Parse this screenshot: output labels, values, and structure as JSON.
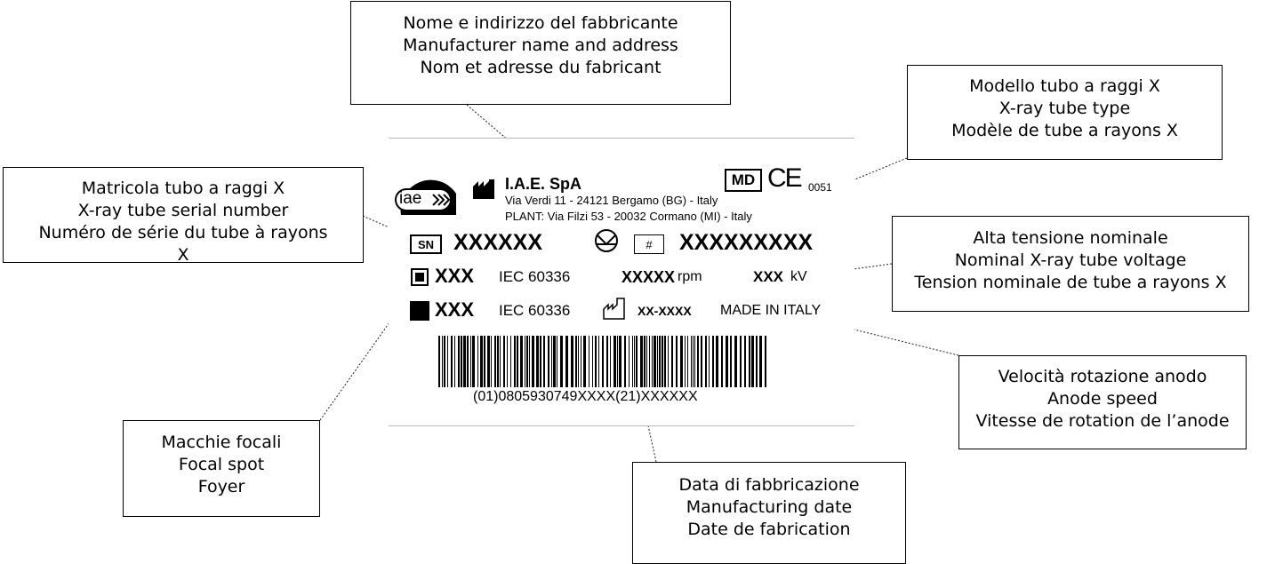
{
  "callouts": {
    "manufacturer": [
      "Nome e indirizzo del fabbricante",
      "Manufacturer name and address",
      "Nom et adresse du fabricant"
    ],
    "tube_type": [
      "Modello tubo a raggi X",
      "X-ray tube type",
      "Modèle de tube a rayons X"
    ],
    "serial": [
      "Matricola tubo a raggi X",
      "X-ray tube serial number",
      "Numéro de série du tube à rayons",
      "X"
    ],
    "voltage": [
      "Alta tensione nominale",
      "Nominal X-ray tube voltage",
      "Tension nominale de tube a rayons X"
    ],
    "focal": [
      "Macchie focali",
      "Focal spot",
      "Foyer"
    ],
    "anode": [
      "Velocità rotazione anodo",
      "Anode speed",
      "Vitesse de rotation de l’anode"
    ],
    "date": [
      "Data di fabbricazione",
      "Manufacturing date",
      "Date de fabrication"
    ]
  },
  "label": {
    "logo_text": "iae",
    "company": "I.A.E. SpA",
    "address1": "Via Verdi 11 - 24121 Bergamo (BG) - Italy",
    "address2": "PLANT: Via Filzi 53 - 20032 Cormano (MI) - Italy",
    "md": "MD",
    "ce": "CE",
    "notified_body": "0051",
    "sn_box": "SN",
    "serial_value": "XXXXXX",
    "hash_box": "#",
    "type_value": "XXXXXXXXX",
    "focal1_value": "XXX",
    "focal1_std": "IEC 60336",
    "rpm_value": "XXXXX",
    "rpm_unit": "rpm",
    "kv_value": "XXX",
    "kv_unit": "kV",
    "focal2_value": "XXX",
    "focal2_std": "IEC 60336",
    "date_value": "XX-XXXX",
    "made_in": "MADE IN ITALY",
    "barcode_text": "(01)0805930749XXXX(21)XXXXXX"
  },
  "icons": [
    "logo-icon",
    "manufacturer-icon",
    "x-ray-tube-icon",
    "focal-spot-large-icon",
    "focal-spot-small-icon",
    "manufacture-date-icon",
    "barcode"
  ]
}
